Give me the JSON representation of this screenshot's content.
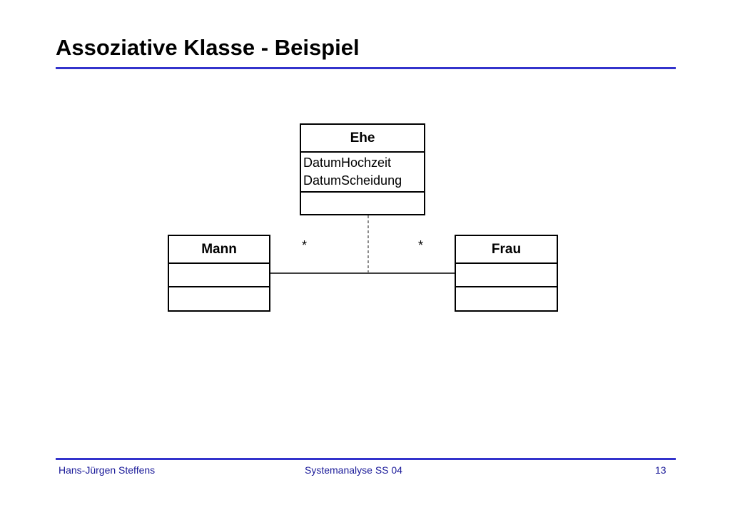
{
  "slide": {
    "title": "Assoziative Klasse - Beispiel",
    "accent_color": "#3333cc",
    "text_color": "#1a1a99"
  },
  "diagram": {
    "classes": {
      "ehe": {
        "name": "Ehe",
        "attributes": [
          "DatumHochzeit",
          "DatumScheidung"
        ],
        "operations": []
      },
      "mann": {
        "name": "Mann",
        "attributes": [],
        "operations": []
      },
      "frau": {
        "name": "Frau",
        "attributes": [],
        "operations": []
      }
    },
    "association": {
      "from": "Mann",
      "to": "Frau",
      "multiplicity_left": "*",
      "multiplicity_right": "*",
      "association_class": "Ehe",
      "association_class_link": "dashed"
    }
  },
  "footer": {
    "author": "Hans-Jürgen Steffens",
    "course": "Systemanalyse SS 04",
    "page": "13"
  }
}
